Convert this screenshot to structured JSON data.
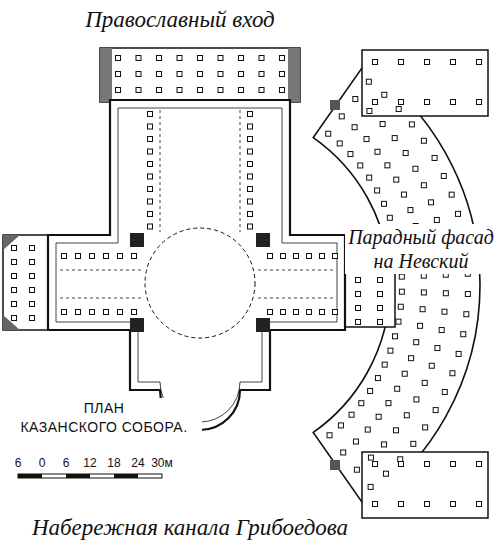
{
  "diagram": {
    "title": "ПЛАН КАЗАНСКОГО СОБОРА.",
    "labels": [
      "Православный вход",
      "Парадный фасад на Невский",
      "6",
      "0",
      "6",
      "12",
      "18",
      "24",
      "30м",
      "Набережная канала Грибоедова"
    ]
  }
}
